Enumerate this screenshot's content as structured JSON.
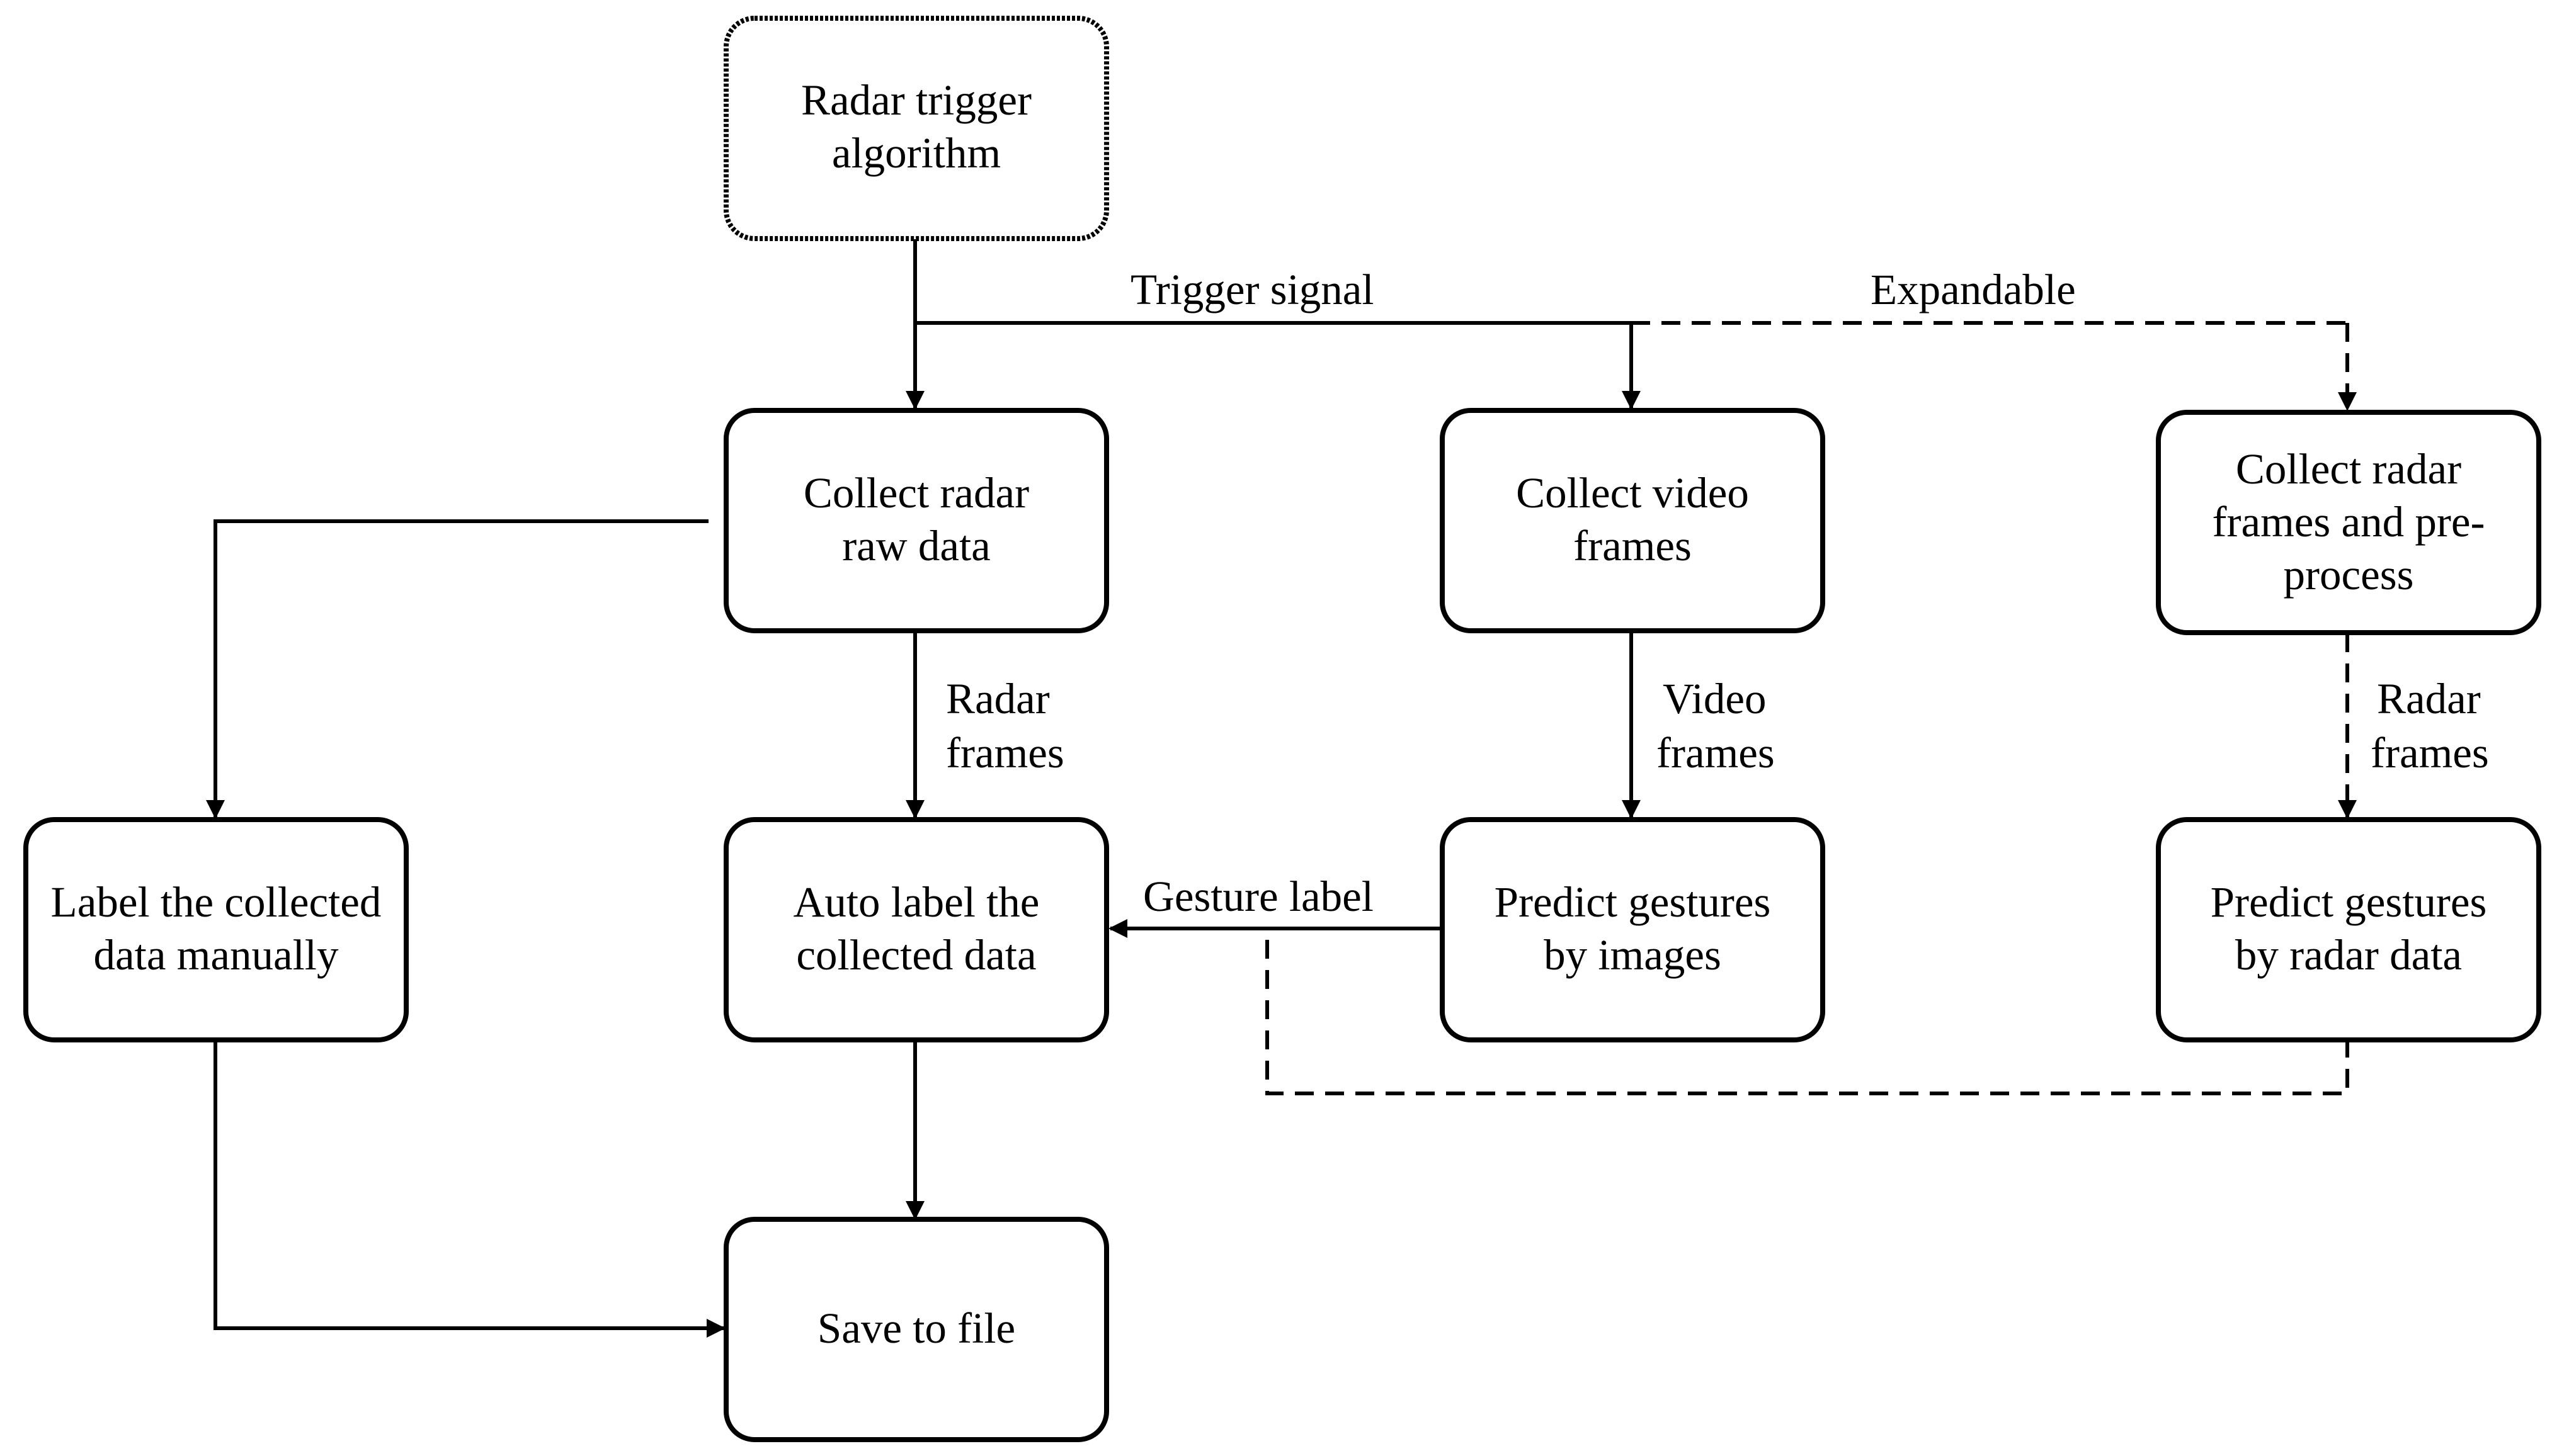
{
  "nodes": {
    "radar_trigger": [
      "Radar trigger",
      "algorithm"
    ],
    "collect_radar_raw": [
      "Collect radar",
      "raw data"
    ],
    "collect_video": [
      "Collect video",
      "frames"
    ],
    "collect_radar_frames": [
      "Collect radar",
      "frames and pre-",
      "process"
    ],
    "label_manual": [
      "Label the collected",
      "data manually"
    ],
    "auto_label": [
      "Auto label the",
      "collected data"
    ],
    "predict_images": [
      "Predict gestures",
      "by images"
    ],
    "predict_radar": [
      "Predict gestures",
      "by radar data"
    ],
    "save_file": [
      "Save to file"
    ]
  },
  "edge_labels": {
    "trigger_signal": "Trigger signal",
    "expandable": "Expandable",
    "radar_frames_1": [
      "Radar",
      "frames"
    ],
    "video_frames": [
      "Video",
      "frames"
    ],
    "radar_frames_2": [
      "Radar",
      "frames"
    ],
    "gesture_label": "Gesture label"
  }
}
